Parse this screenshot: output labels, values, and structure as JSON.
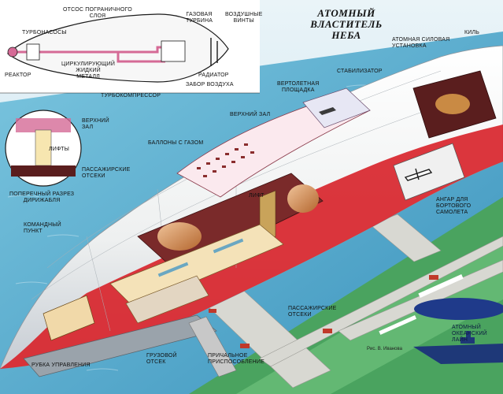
{
  "title": {
    "line1": "АТОМНЫЙ",
    "line2": "ВЛАСТИТЕЛЬ",
    "line3": "НЕБА"
  },
  "colors": {
    "hull": "#f2f2ef",
    "hull_shadow": "#c9cfd6",
    "red": "#d8252c",
    "maroon": "#5a1e1e",
    "sea": "#5fb7d6",
    "sea_dark": "#2f86b0",
    "green": "#3f9a56",
    "pink": "#e08aa8",
    "navy": "#223a7a"
  },
  "schematic": {
    "labels": {
      "pump": "ОТСОС ПОГРАНИЧНОГО\nСЛОЯ",
      "turbopumps": "ТУРБОНАСОСЫ",
      "gas_turbine": "ГАЗОВАЯ\nТУРБИНА",
      "air_screws": "ВОЗДУШНЫЕ\nВИНТЫ",
      "reactor": "РЕАКТОР",
      "circulating_metal": "ЦИРКУЛИРУЮЩИЙ\nЖИДКИЙ\nМЕТАЛЛ",
      "radiator": "РАДИАТОР",
      "air_intake": "ЗАБОР ВОЗДУХА",
      "turbocompressor": "ТУРБОКОМПРЕССОР"
    }
  },
  "cross_section": {
    "labels": {
      "upper_hall": "ВЕРХНИЙ\nЗАЛ",
      "lifts": "ЛИФТЫ",
      "passenger_compartments": "ПАССАЖИРСКИЕ\nОТСЕКИ",
      "caption": "ПОПЕРЕЧНЫЙ РАЗРЕЗ\nДИРИЖАБЛЯ"
    }
  },
  "labels": {
    "keel": "КИЛЬ",
    "nuclear_power_plant": "АТОМНАЯ СИЛОВАЯ\nУСТАНОВКА",
    "stabilizer": "СТАБИЛИЗАТОР",
    "helipad": "ВЕРТОЛЕТНАЯ\nПЛОЩАДКА",
    "upper_hall": "ВЕРХНИЙ ЗАЛ",
    "gas_balloons": "БАЛЛОНЫ С ГАЗОМ",
    "lift": "ЛИФТ",
    "aircraft_hangar": "АНГАР ДЛЯ БОРТОВОГО\nСАМОЛЕТА",
    "command_post": "КОМАНДНЫЙ\nПУНКТ",
    "passenger_compartments": "ПАССАЖИРСКИЕ\nОТСЕКИ",
    "cargo_compartment": "ГРУЗОВОЙ\nОТСЕК",
    "mooring_device": "ПРИЧАЛЬНОЕ\nПРИСПОСОБЛЕНИЕ",
    "control_cabin": "РУБКА УПРАВЛЕНИЯ",
    "atomic_liner": "АТОМНЫЙ\nОКЕАНСКИЙ ЛАЙН"
  },
  "credit": "Рис. В. Иванова"
}
